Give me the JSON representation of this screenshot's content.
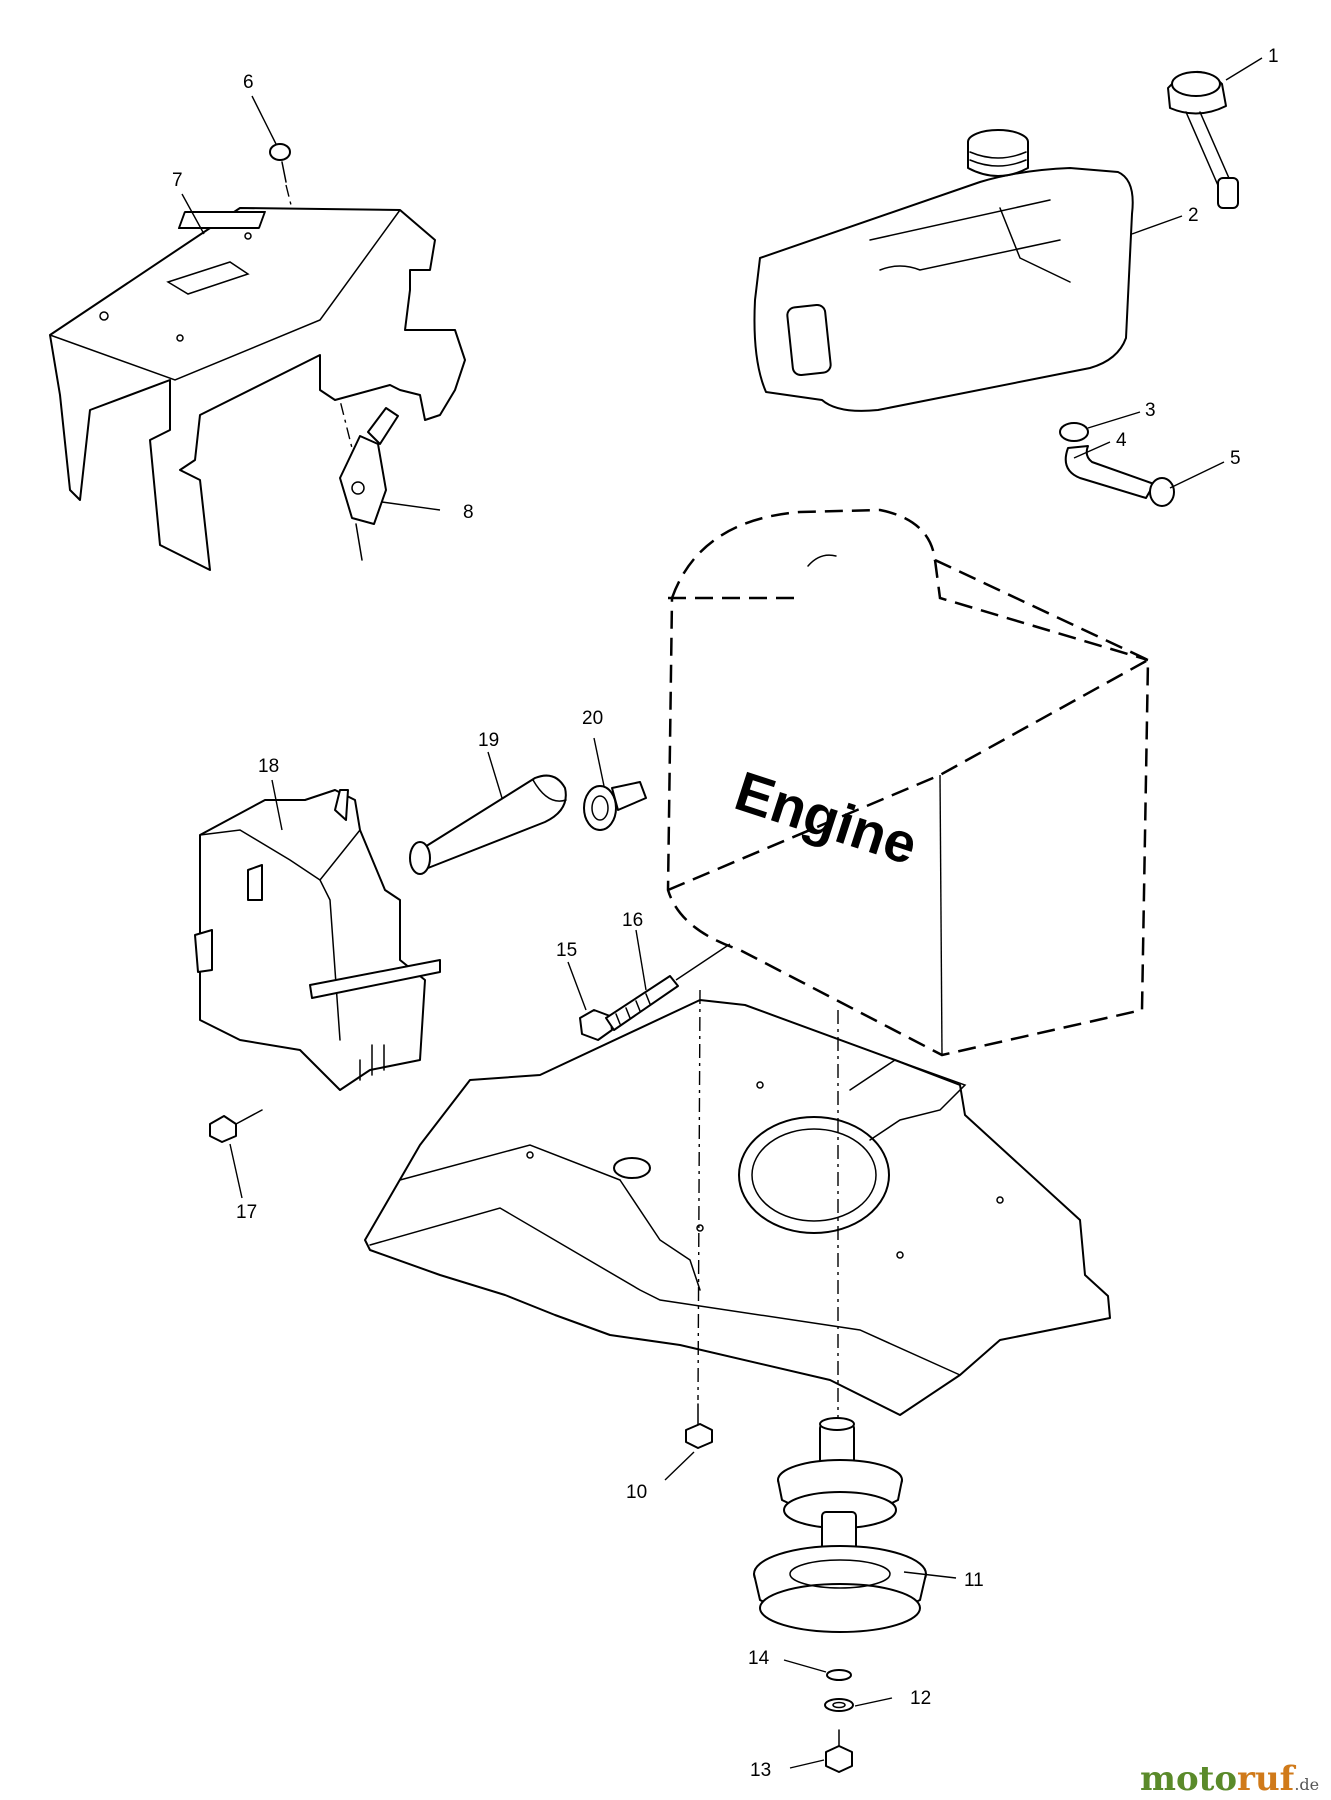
{
  "diagram": {
    "engine_label": "Engine",
    "callouts": [
      "1",
      "2",
      "3",
      "4",
      "5",
      "6",
      "7",
      "8",
      "10",
      "11",
      "12",
      "13",
      "14",
      "15",
      "16",
      "17",
      "18",
      "19",
      "20"
    ]
  },
  "watermark": {
    "part_a": "moto",
    "part_b": "ruf",
    "part_c": ".de"
  },
  "colors": {
    "line": "#000000",
    "background": "#ffffff",
    "watermark_green": "#5a8a2a",
    "watermark_orange": "#d07a1a"
  }
}
